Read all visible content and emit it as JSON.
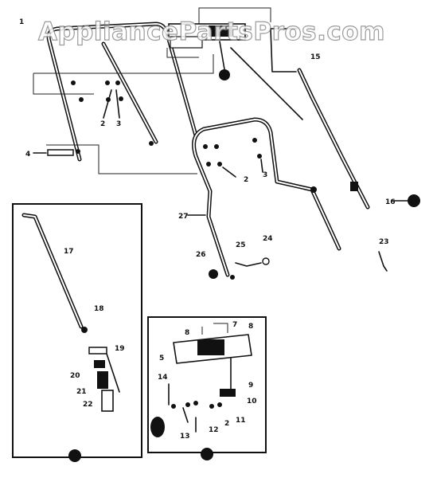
{
  "watermark": "AppliancePartsPros.com",
  "callouts": {
    "c1": "1",
    "c2a": "2",
    "c3a": "3",
    "c4": "4",
    "c15": "15",
    "c2b": "2",
    "c3b": "3",
    "c16": "16",
    "c27": "27",
    "c25": "25",
    "c24": "24",
    "c26": "26",
    "c23": "23",
    "c17": "17",
    "c18": "18",
    "c19": "19",
    "c20": "20",
    "c21": "21",
    "c22": "22",
    "c8a": "8",
    "c7": "7",
    "c8b": "8",
    "c5": "5",
    "c14": "14",
    "c9": "9",
    "c10": "10",
    "c11": "11",
    "c2c": "2",
    "c12": "12",
    "c13": "13"
  }
}
